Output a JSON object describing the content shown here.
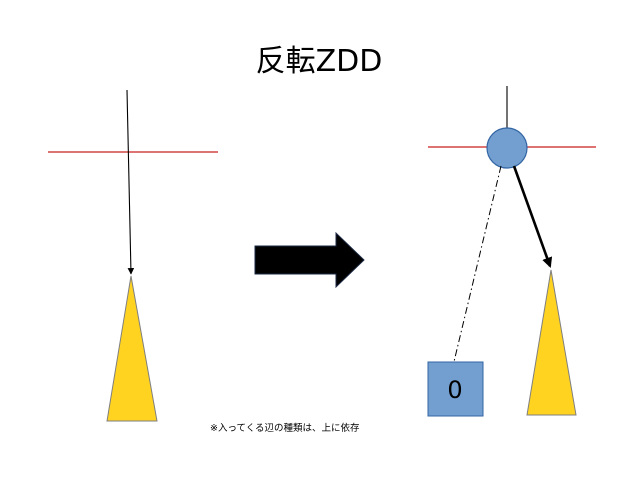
{
  "slide": {
    "title": "反転ZDD",
    "footnote": "※入ってくる辺の種類は、上に依存"
  },
  "left_diagram": {
    "threshold_line": "red-horizontal-line",
    "incoming_edge": "solid-arrow",
    "subgraph_shape": "yellow-triangle"
  },
  "transform_arrow": {
    "icon": "right-arrow-icon",
    "color": "#000000"
  },
  "right_diagram": {
    "node_shape": "blue-circle",
    "zero_edge_style": "dash-dot-arrow",
    "one_edge_style": "thick-solid-arrow",
    "terminal_label": "0",
    "subgraph_shape": "yellow-triangle"
  },
  "colors": {
    "triangle_fill": "#FFD320",
    "triangle_stroke": "#7f7f7f",
    "node_fill": "#729FCF",
    "node_stroke": "#3465A4",
    "terminal_fill": "#729FCF",
    "terminal_stroke": "#3465A4",
    "threshold_line": "#C9211E",
    "edge": "#000000"
  }
}
